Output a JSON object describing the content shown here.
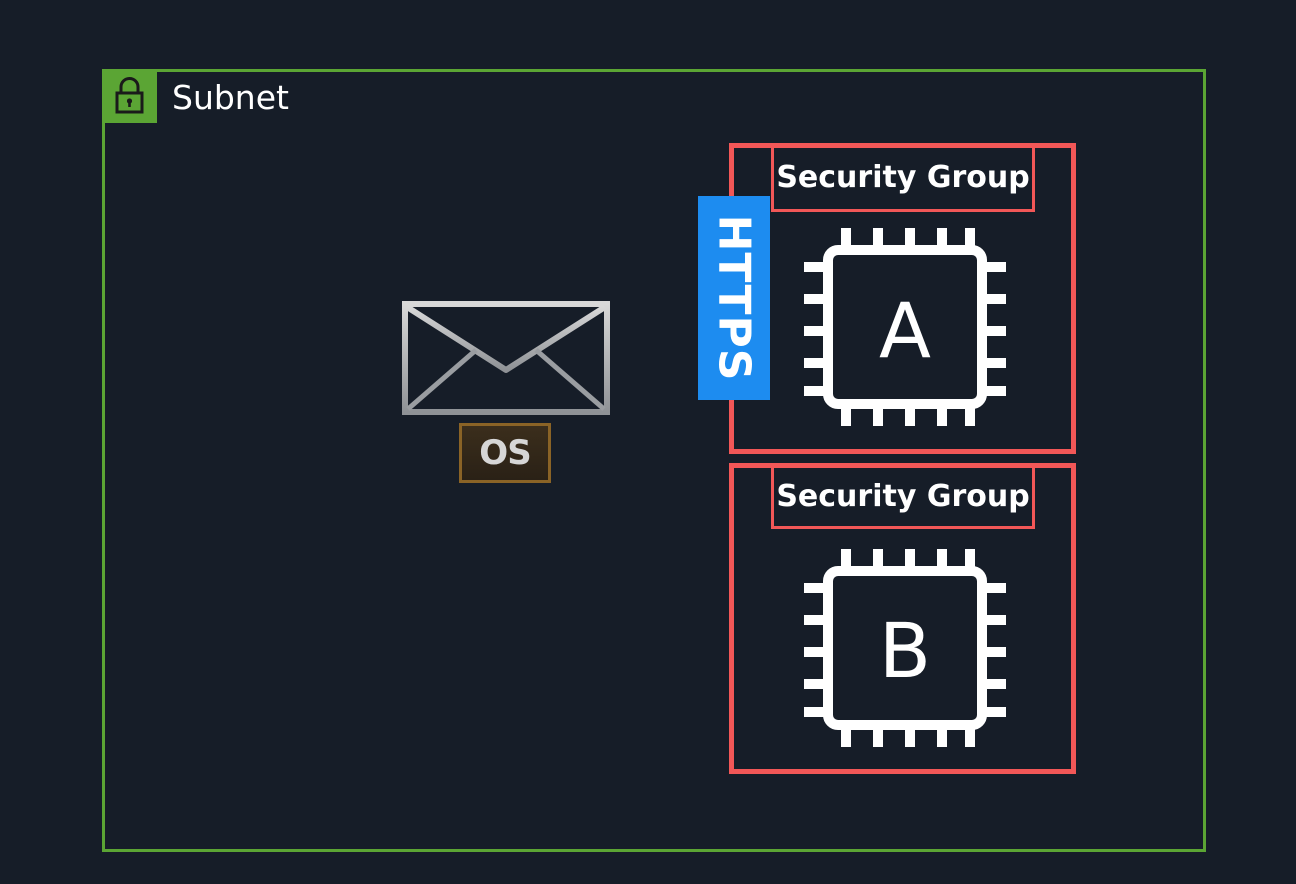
{
  "subnet": {
    "label": "Subnet",
    "icon": "lock-icon",
    "color": "#5ba534"
  },
  "security_groups": [
    {
      "title": "Security Group",
      "instance": "A",
      "icon": "chip-icon"
    },
    {
      "title": "Security Group",
      "instance": "B",
      "icon": "chip-icon"
    }
  ],
  "protocol": {
    "label": "HTTPS",
    "color": "#1d8cf0"
  },
  "message": {
    "icon": "envelope-icon",
    "tag": "OS"
  },
  "colors": {
    "background": "#161d28",
    "security_group_border": "#f25757"
  }
}
